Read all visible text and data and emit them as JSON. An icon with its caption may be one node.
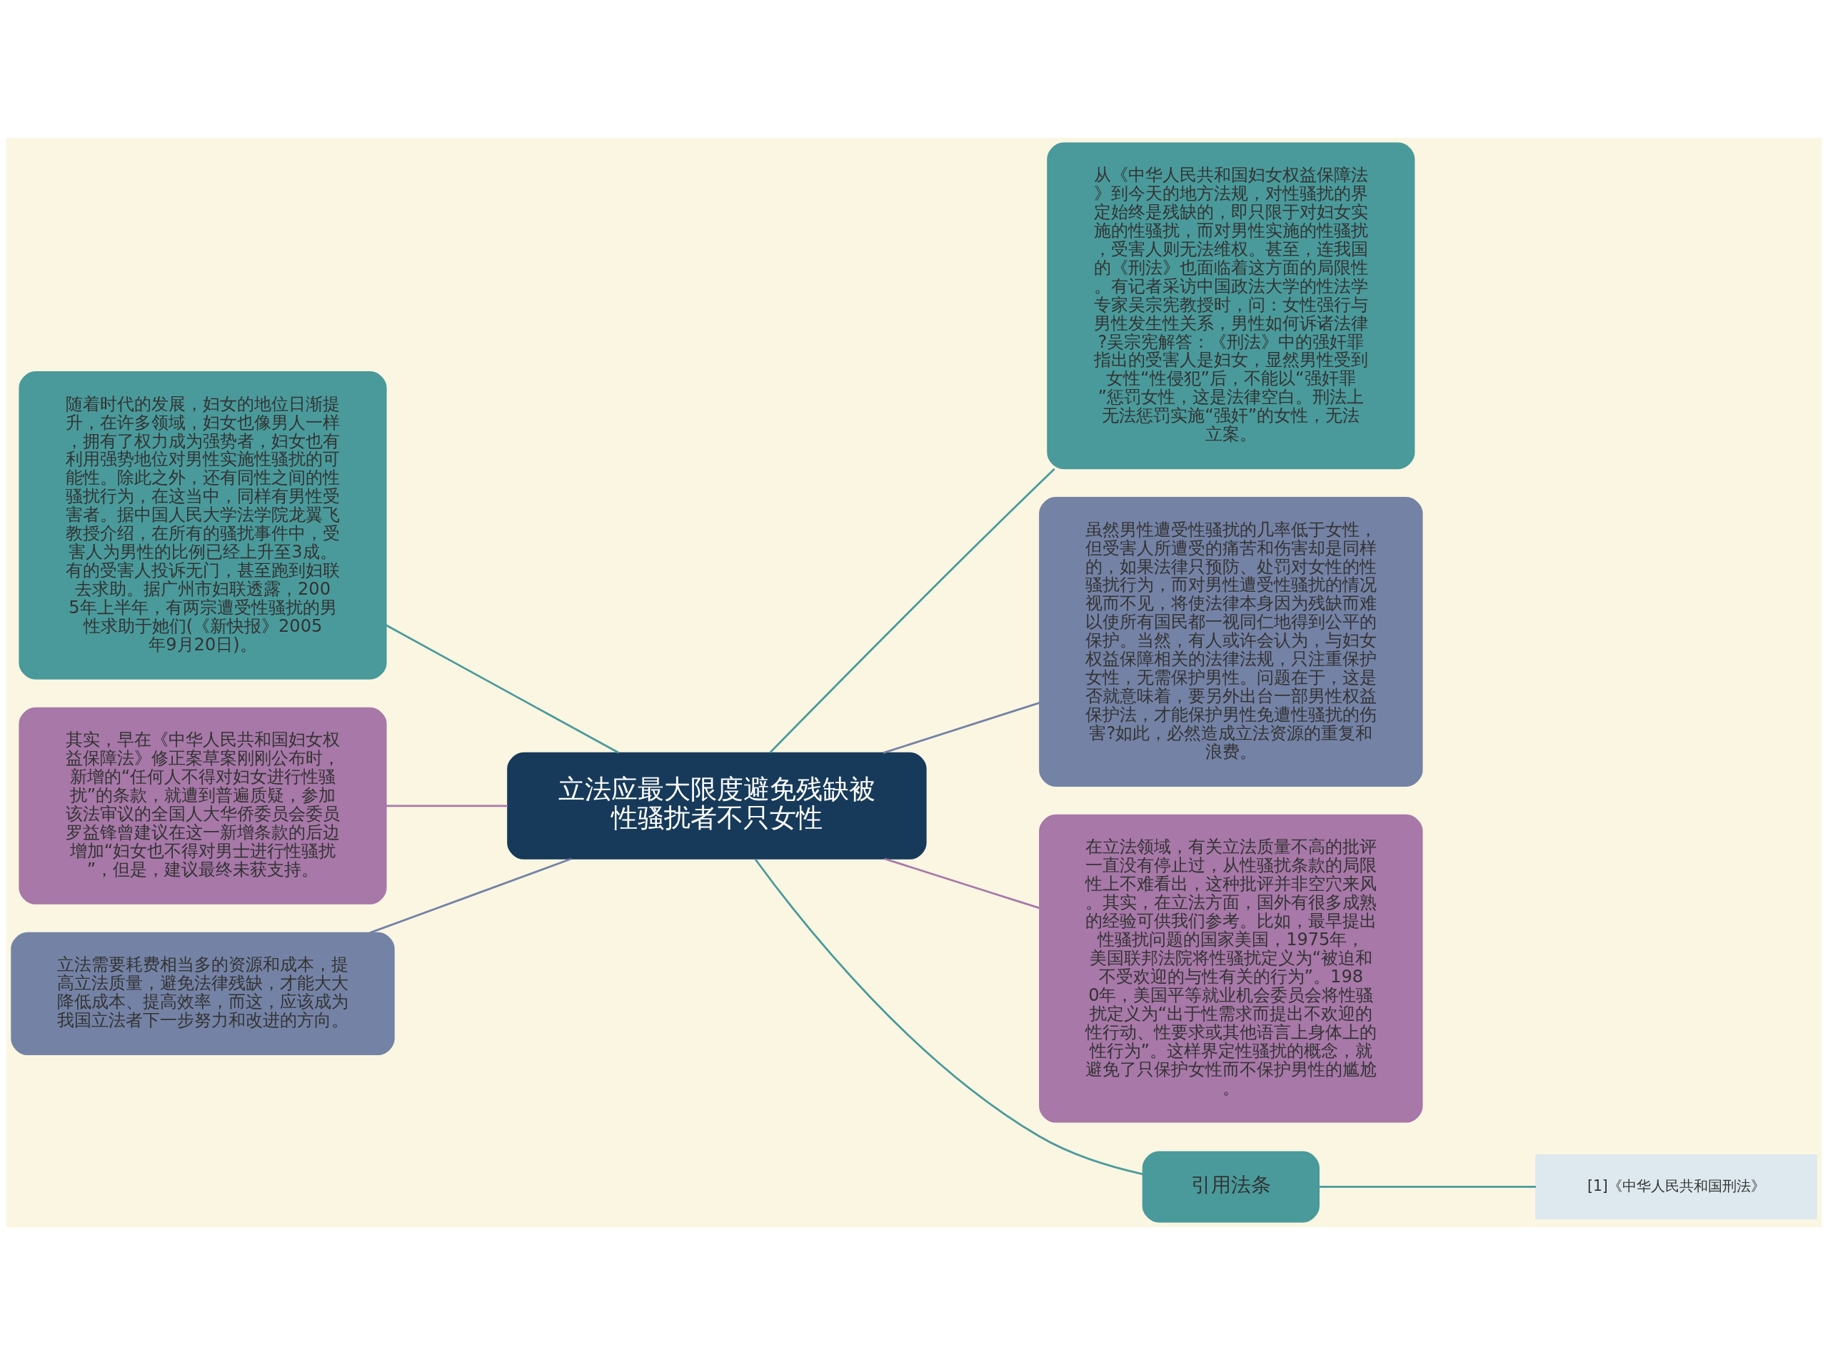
{
  "diagram": {
    "nodes": [
      {
        "text": [
          "立法应最大限度避免残缺被性骚扰者不只女性"
        ]
      },
      {
        "text": [
          "随着时代的发展，妇女的地位日渐提升，在许多领域，妇女也像男人一样，拥有了权力成为强势者，妇女也有利用强势地位对男性实施性骚扰的可能性。除此之外，还有同性之间的性骚扰行为，在这当中，同样有男性受害者。据中国人民大学法学院龙翼飞教授介绍，在所有的骚扰事件中，受害人为男性的比例已经上升至3成。有的受害人投诉无门，甚至跑到妇联去求助。据广州市妇联透露，2005年上半年，有两宗遭受性骚扰的男性求助于她们(《新快报》2005年9月20日)。"
        ]
      },
      {
        "text": [
          "其实，早在《中华人民共和国妇女权益保障法》修正案草案刚刚公布时，新增的“任何人不得对妇女进行性骚扰”的条款，就遭到普遍质疑，参加该法审议的全国人大华侨委员会委员罗益锋曾建议在这一新增条款的后边增加“妇女也不得对男士进行性骚扰”，但是，建议最终未获支持。"
        ]
      },
      {
        "text": [
          "立法需要耗费相当多的资源和成本，提高立法质量，避免法律残缺，才能大大降低成本、提高效率，而这，应该成为我国立法者下一步努力和改进的方向。"
        ]
      },
      {
        "text": [
          "从《中华人民共和国妇女权益保障法》到今天的地方法规，对性骚扰的界定始终是残缺的，即只限于对妇女实施的性骚扰，而对男性实施的性骚扰，受害人则无法维权。甚至，连我国的《刑法》也面临着这方面的局限性。有记者采访中国政法大学的性法学专家吴宗宪教授时，问：女性强行与男性发生性关系，男性如何诉诸法律?吴宗宪解答：《刑法》中的强奸罪指出的受害人是妇女，显然男性受到女性“性侵犯”后，不能以“强奸罪”惩罚女性，这是法律空白。刑法上无法惩罚实施“强奸”的女性，无法立案。"
        ]
      },
      {
        "text": [
          "虽然男性遭受性骚扰的几率低于女性，但受害人所遭受的痛苦和伤害却是同样的，如果法律只预防、处罚对女性的性骚扰行为，而对男性遭受性骚扰的情况视而不见，将使法律本身因为残缺而难以使所有国民都一视同仁地得到公平的保护。当然，有人或许会认为，与妇女权益保障相关的法律法规，只注重保护女性，无需保护男性。问题在于，这是否就意味着，要另外出台一部男性权益保护法，才能保护男性免遭性骚扰的伤害?如此，必然造成立法资源的重复和浪费。"
        ]
      },
      {
        "text": [
          "在立法领域，有关立法质量不高的批评一直没有停止过，从性骚扰条款的局限性上不难看出，这种批评并非空穴来风。其实，在立法方面，国外有很多成熟的经验可供我们参考。比如，最早提出性骚扰问题的国家美国，1975年，美国联邦法院将性骚扰定义为“被迫和不受欢迎的与性有关的行为”。1980年，美国平等就业机会委员会将性骚扰定义为“出于性需求而提出不欢迎的性行动、性要求或其他语言上身体上的性行为”。这样界定性骚扰的概念，就避免了只保护女性而不保护男性的尴尬。"
        ]
      },
      {
        "text": [
          "引用法条"
        ]
      },
      {
        "text": [
          "[1]《中华人民共和国刑法》"
        ]
      }
    ],
    "edges": [
      {
        "from": 0,
        "to": 1,
        "arrow": "none"
      },
      {
        "from": 0,
        "to": 2,
        "arrow": "none",
        "color": "#a778a8"
      },
      {
        "from": 0,
        "to": 3,
        "arrow": "none",
        "color": "#7482a5"
      },
      {
        "from": 0,
        "to": 4,
        "arrow": "none"
      },
      {
        "from": 0,
        "to": 5,
        "arrow": "none",
        "color": "#7482a5"
      },
      {
        "from": 0,
        "to": 6,
        "arrow": "none",
        "color": "#a778a8"
      },
      {
        "from": 0,
        "to": 7,
        "arrow": "none"
      },
      {
        "from": 7,
        "to": 8,
        "arrow": "none"
      }
    ]
  }
}
